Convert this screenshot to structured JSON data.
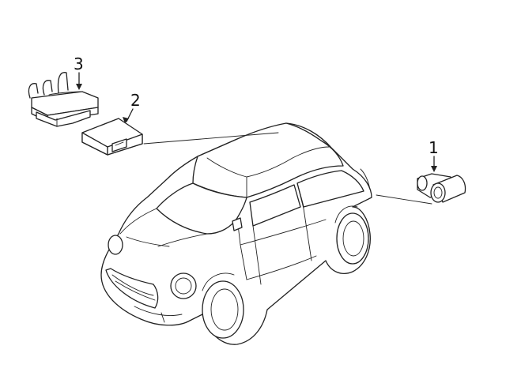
{
  "callouts": [
    {
      "id": "1",
      "label": "1"
    },
    {
      "id": "2",
      "label": "2"
    },
    {
      "id": "3",
      "label": "3"
    }
  ],
  "colors": {
    "line": "#222222",
    "background": "#ffffff"
  }
}
